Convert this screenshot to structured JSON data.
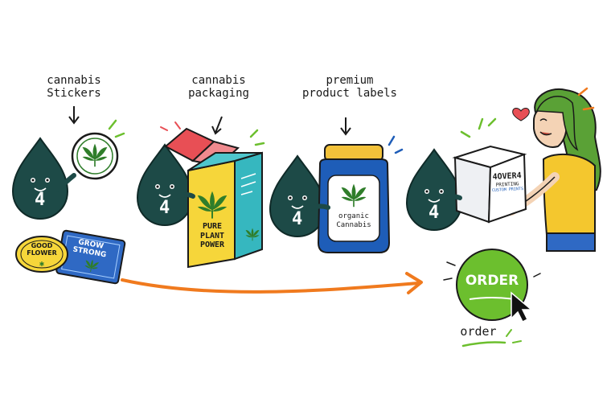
{
  "labels": {
    "stickers": [
      "cannabis",
      "Stickers"
    ],
    "packaging": [
      "cannabis",
      "packaging"
    ],
    "labels": [
      "premium",
      "product labels"
    ],
    "order_caption": "order"
  },
  "mascot_number": "4",
  "stickers": {
    "good_flower": [
      "GOOD",
      "FLOWER"
    ],
    "grow_strong": [
      "GROW",
      "STRONG"
    ]
  },
  "box_text": [
    "PURE",
    "PLANT",
    "POWER"
  ],
  "jar_text": [
    "organic",
    "Cannabis"
  ],
  "shipping_box": {
    "brand": "4OVER4",
    "line1": "PRINTING",
    "line2": "CUSTOM PRINTS"
  },
  "order_button": "ORDER",
  "colors": {
    "mascot": "#1d4a47",
    "arrow": "#f07a1e",
    "order_green": "#6cbf2e",
    "leaf": "#2f7d2a",
    "box_yellow": "#f6d63a",
    "box_teal": "#36b7bf",
    "box_lid_red": "#e84f55",
    "jar_blue": "#1e5db8",
    "jar_lid": "#f3c23a",
    "hair": "#5aa136",
    "shirt": "#f4c72e"
  }
}
